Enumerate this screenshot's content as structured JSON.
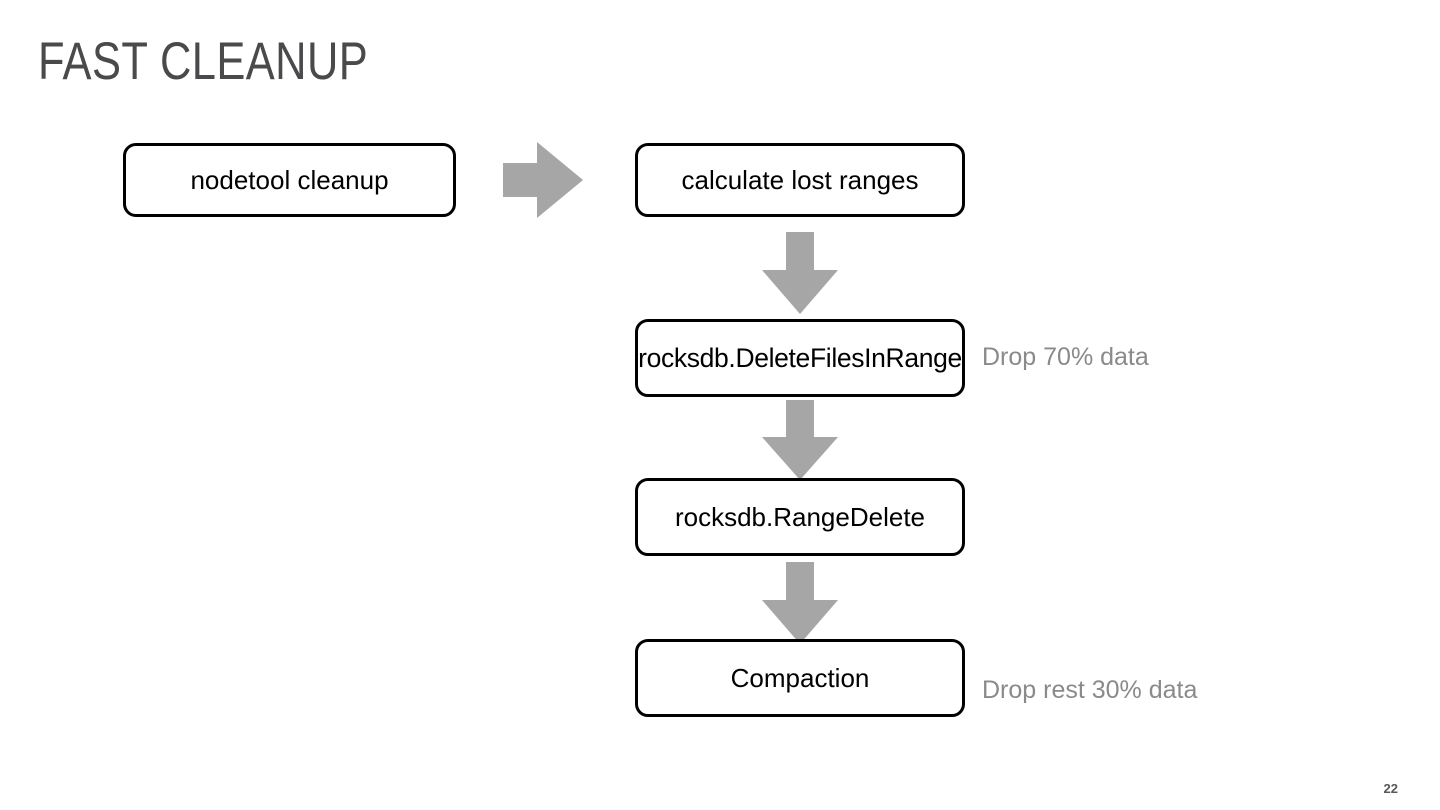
{
  "slide": {
    "title": "FAST CLEANUP",
    "page_number": "22",
    "background_color": "#ffffff",
    "title_color": "#4a4a4d",
    "box_border_color": "#000000",
    "arrow_color": "#a6a6a6",
    "annotation_color": "#8a8a8d"
  },
  "flow": {
    "boxes": [
      {
        "id": "nodetool",
        "label": "nodetool cleanup"
      },
      {
        "id": "calculate",
        "label": "calculate lost ranges"
      },
      {
        "id": "deletefiles",
        "label": "rocksdb.DeleteFilesInRange"
      },
      {
        "id": "rangedelete",
        "label": "rocksdb.RangeDelete"
      },
      {
        "id": "compaction",
        "label": "Compaction"
      }
    ],
    "arrows": [
      {
        "id": "arrow-right",
        "direction": "right",
        "icon": "arrow-right-icon"
      },
      {
        "id": "arrow-down-1",
        "direction": "down",
        "icon": "arrow-down-icon"
      },
      {
        "id": "arrow-down-2",
        "direction": "down",
        "icon": "arrow-down-icon"
      },
      {
        "id": "arrow-down-3",
        "direction": "down",
        "icon": "arrow-down-icon"
      }
    ],
    "annotations": [
      {
        "id": "note-70",
        "text": "Drop 70% data"
      },
      {
        "id": "note-30",
        "text": "Drop rest 30% data"
      }
    ]
  }
}
